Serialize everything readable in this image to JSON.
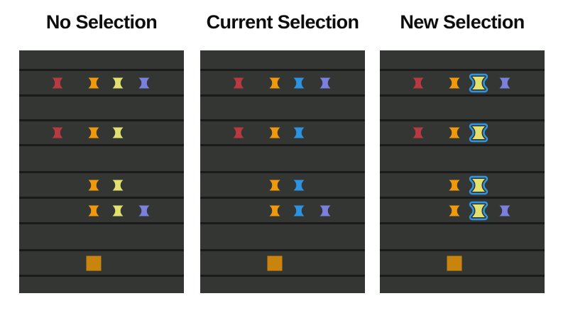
{
  "panels": [
    {
      "id": "no-selection",
      "title": "No Selection",
      "rows": [
        {
          "icons": []
        },
        {
          "icons": [
            {
              "icon": "keyframe",
              "color": "red",
              "col": 0
            },
            {
              "icon": "keyframe",
              "color": "orange",
              "col": 1
            },
            {
              "icon": "keyframe",
              "color": "yellow",
              "col": 2
            },
            {
              "icon": "keyframe",
              "color": "blue",
              "col": 3
            }
          ]
        },
        {
          "icons": []
        },
        {
          "icons": [
            {
              "icon": "keyframe",
              "color": "red",
              "col": 0
            },
            {
              "icon": "keyframe",
              "color": "orange",
              "col": 1
            },
            {
              "icon": "keyframe",
              "color": "yellow",
              "col": 2
            }
          ]
        },
        {
          "icons": []
        },
        {
          "icons": [
            {
              "icon": "keyframe",
              "color": "orange",
              "col": 1
            },
            {
              "icon": "keyframe",
              "color": "yellow",
              "col": 2
            }
          ]
        },
        {
          "icons": [
            {
              "icon": "keyframe",
              "color": "orange",
              "col": 1
            },
            {
              "icon": "keyframe",
              "color": "yellow",
              "col": 2
            },
            {
              "icon": "keyframe",
              "color": "blue",
              "col": 3
            }
          ]
        },
        {
          "icons": []
        },
        {
          "icons": [
            {
              "icon": "layer-marker",
              "color": "marker",
              "col": 1
            }
          ]
        },
        {
          "icons": []
        }
      ]
    },
    {
      "id": "current-selection",
      "title": "Current Selection",
      "rows": [
        {
          "icons": []
        },
        {
          "icons": [
            {
              "icon": "keyframe",
              "color": "red",
              "col": 0
            },
            {
              "icon": "keyframe",
              "color": "orange",
              "col": 1
            },
            {
              "icon": "keyframe",
              "color": "selected",
              "col": 2
            },
            {
              "icon": "keyframe",
              "color": "blue",
              "col": 3
            }
          ]
        },
        {
          "icons": []
        },
        {
          "icons": [
            {
              "icon": "keyframe",
              "color": "red",
              "col": 0
            },
            {
              "icon": "keyframe",
              "color": "orange",
              "col": 1
            },
            {
              "icon": "keyframe",
              "color": "selected",
              "col": 2
            }
          ]
        },
        {
          "icons": []
        },
        {
          "icons": [
            {
              "icon": "keyframe",
              "color": "orange",
              "col": 1
            },
            {
              "icon": "keyframe",
              "color": "selected",
              "col": 2
            }
          ]
        },
        {
          "icons": [
            {
              "icon": "keyframe",
              "color": "orange",
              "col": 1
            },
            {
              "icon": "keyframe",
              "color": "selected",
              "col": 2
            },
            {
              "icon": "keyframe",
              "color": "blue",
              "col": 3
            }
          ]
        },
        {
          "icons": []
        },
        {
          "icons": [
            {
              "icon": "layer-marker",
              "color": "marker",
              "col": 1
            }
          ]
        },
        {
          "icons": []
        }
      ]
    },
    {
      "id": "new-selection",
      "title": "New Selection",
      "rows": [
        {
          "icons": []
        },
        {
          "icons": [
            {
              "icon": "keyframe",
              "color": "red",
              "col": 0
            },
            {
              "icon": "keyframe",
              "color": "orange",
              "col": 1
            },
            {
              "icon": "keyframe",
              "color": "yellow",
              "col": 2,
              "outlined": true
            },
            {
              "icon": "keyframe",
              "color": "blue",
              "col": 3
            }
          ]
        },
        {
          "icons": []
        },
        {
          "icons": [
            {
              "icon": "keyframe",
              "color": "red",
              "col": 0
            },
            {
              "icon": "keyframe",
              "color": "orange",
              "col": 1
            },
            {
              "icon": "keyframe",
              "color": "yellow",
              "col": 2,
              "outlined": true
            }
          ]
        },
        {
          "icons": []
        },
        {
          "icons": [
            {
              "icon": "keyframe",
              "color": "orange",
              "col": 1
            },
            {
              "icon": "keyframe",
              "color": "yellow",
              "col": 2,
              "outlined": true
            }
          ]
        },
        {
          "icons": [
            {
              "icon": "keyframe",
              "color": "orange",
              "col": 1
            },
            {
              "icon": "keyframe",
              "color": "yellow",
              "col": 2,
              "outlined": true
            },
            {
              "icon": "keyframe",
              "color": "blue",
              "col": 3
            }
          ]
        },
        {
          "icons": []
        },
        {
          "icons": [
            {
              "icon": "layer-marker",
              "color": "marker",
              "col": 1
            }
          ]
        },
        {
          "icons": []
        }
      ]
    }
  ],
  "colors": {
    "page_background": "#ffffff",
    "title_text": "#0d0d0d",
    "panel_background": "#343634",
    "row_divider": "#1a1a1a",
    "keyframe_red": "#b83a40",
    "keyframe_orange": "#f0990c",
    "keyframe_yellow": "#e2e170",
    "keyframe_blue": "#7a80dd",
    "keyframe_selected_blue": "#2b93e0",
    "new_selection_outline": "#2f97e2",
    "layer_marker_orange": "#c9840e"
  }
}
